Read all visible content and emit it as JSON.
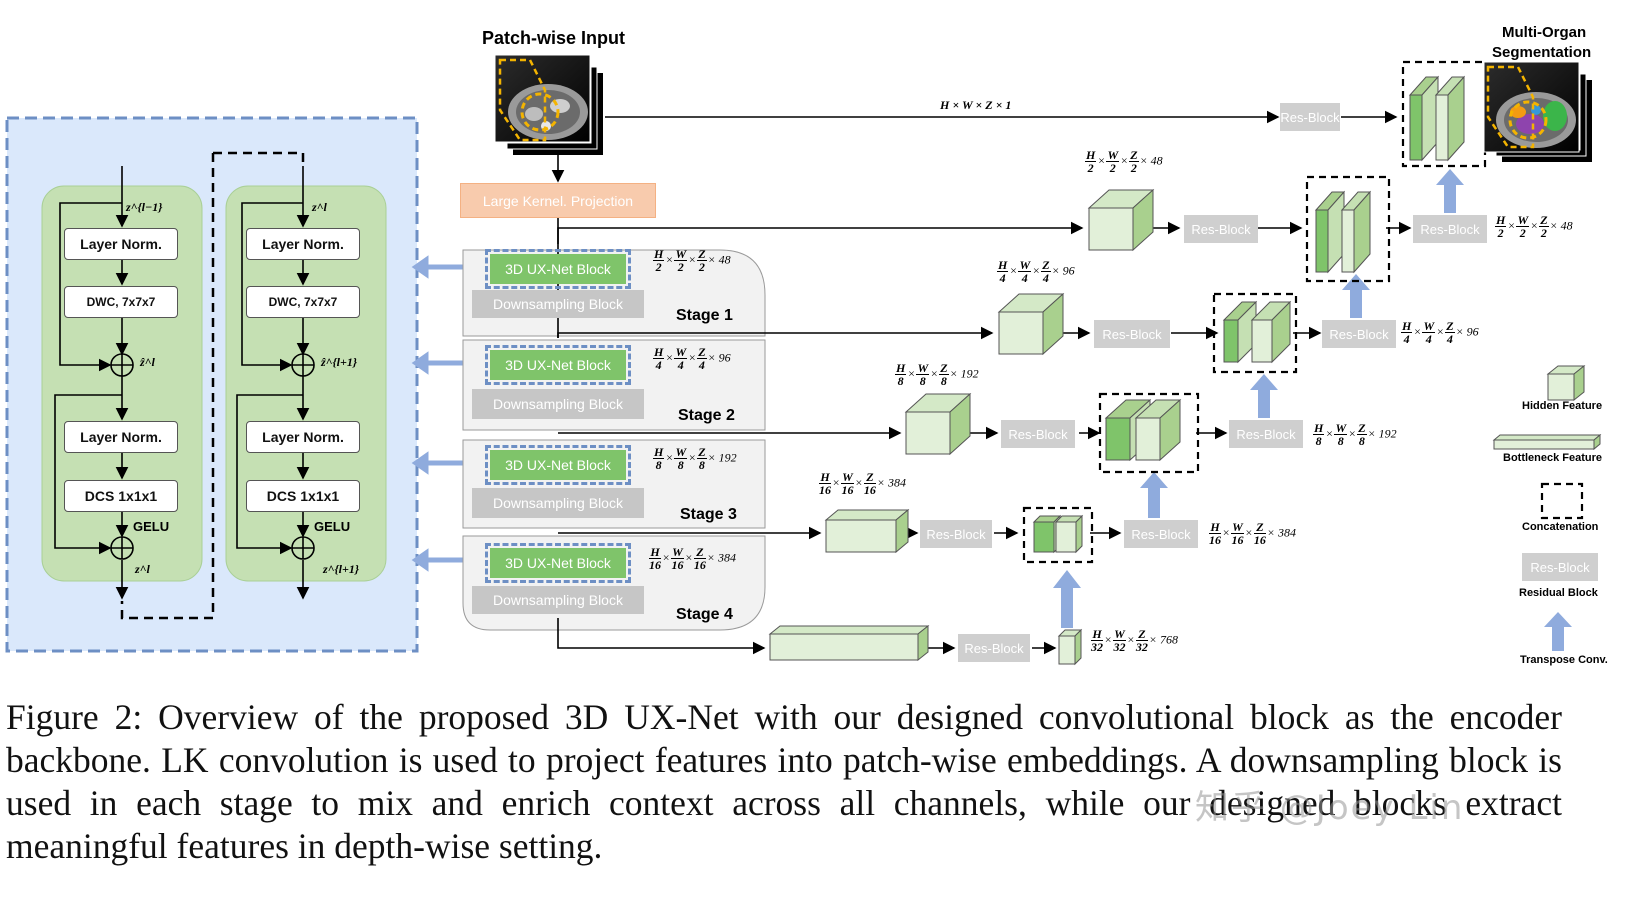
{
  "header": {
    "input_title": "Patch-wise Input",
    "output_title_line1": "Multi-Organ",
    "output_title_line2": "Segmentation"
  },
  "lk_projection": "Large Kernel. Projection",
  "block_detail": {
    "left": {
      "z_in": "z^{l−1}",
      "norm1": "Layer Norm.",
      "dwc": "DWC, 7x7x7",
      "z_hat": "ẑ^l",
      "norm2": "Layer Norm.",
      "dcs": "DCS 1x1x1",
      "gelu": "GELU",
      "z_out": "z^l"
    },
    "right": {
      "z_in": "z^l",
      "norm1": "Layer Norm.",
      "dwc": "DWC, 7x7x7",
      "z_hat": "ẑ^{l+1}",
      "norm2": "Layer Norm.",
      "dcs": "DCS 1x1x1",
      "gelu": "GELU",
      "z_out": "z^{l+1}"
    }
  },
  "stages": [
    {
      "ux_block": "3D UX-Net Block",
      "downsampling": "Downsampling Block",
      "label": "Stage 1",
      "dim": {
        "den": "2",
        "ch": "× 48"
      }
    },
    {
      "ux_block": "3D UX-Net Block",
      "downsampling": "Downsampling Block",
      "label": "Stage 2",
      "dim": {
        "den": "4",
        "ch": "× 96"
      }
    },
    {
      "ux_block": "3D UX-Net Block",
      "downsampling": "Downsampling Block",
      "label": "Stage 3",
      "dim": {
        "den": "8",
        "ch": "× 192"
      }
    },
    {
      "ux_block": "3D UX-Net Block",
      "downsampling": "Downsampling Block",
      "label": "Stage 4",
      "dim": {
        "den": "16",
        "ch": "× 384"
      }
    }
  ],
  "top_path_dim": "H × W × Z × 1",
  "res_block": "Res-Block",
  "encoder_dims": [
    {
      "den": "2",
      "ch": "× 48"
    },
    {
      "den": "4",
      "ch": "× 96"
    },
    {
      "den": "8",
      "ch": "× 192"
    },
    {
      "den": "16",
      "ch": "× 384"
    },
    {
      "den": "32",
      "ch": "× 768"
    }
  ],
  "decoder_dims": [
    {
      "den": "2",
      "ch": "× 48"
    },
    {
      "den": "4",
      "ch": "× 96"
    },
    {
      "den": "8",
      "ch": "× 192"
    },
    {
      "den": "16",
      "ch": "× 384"
    }
  ],
  "frac_letters": {
    "h": "H",
    "w": "W",
    "z": "Z",
    "times": "×"
  },
  "legend": {
    "hidden": "Hidden Feature",
    "bottleneck": "Bottleneck Feature",
    "concat": "Concatenation",
    "res_block_sample": "Res-Block",
    "residual": "Residual Block",
    "transpose": "Transpose Conv."
  },
  "caption": "Figure 2: Overview of the proposed 3D UX-Net with our designed convolutional block as the encoder backbone. LK convolution is used to project features into patch-wise embeddings. A downsampling block is used in each stage to mix and enrich context across all channels, while our designed blocks extract meaningful features in depth-wise setting.",
  "watermark": "知乎 @Joey Lin",
  "colors": {
    "green": "#7fc46a",
    "light_green": "#e2f0d9",
    "panel_blue": "#dae8fb",
    "dash_blue": "#6d8fc4",
    "res_gray": "#cfcfcf",
    "orange": "#f8cbad",
    "arrow_blue": "#8fabdd"
  }
}
